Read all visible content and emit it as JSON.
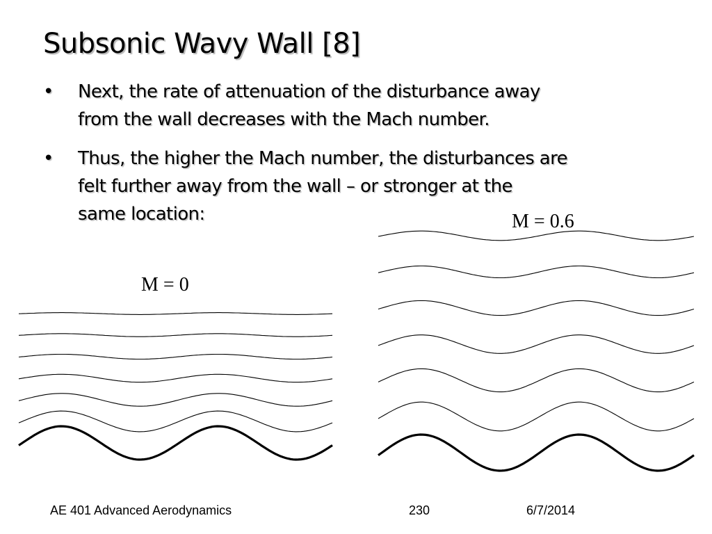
{
  "slide": {
    "title": "Subsonic Wavy Wall [8]",
    "bullets": [
      {
        "mark": "•",
        "lines": [
          "Next, the rate of attenuation of the disturbance away",
          "from the wall decreases with the Mach number."
        ]
      },
      {
        "mark": "•",
        "lines": [
          "Thus, the higher the Mach number, the disturbances are",
          "felt further away from the wall – or stronger at the",
          "same location:"
        ]
      }
    ],
    "diagrams": {
      "left": {
        "label": "M = 0",
        "mach": 0,
        "streamline_count": 7,
        "wall": "thick sinusoidal wall"
      },
      "right": {
        "label": "M = 0.6",
        "mach": 0.6,
        "streamline_count": 7,
        "wall": "thick sinusoidal wall"
      }
    },
    "footer": {
      "course": "AE 401 Advanced Aerodynamics",
      "page": "230",
      "date": "6/7/2014"
    }
  }
}
